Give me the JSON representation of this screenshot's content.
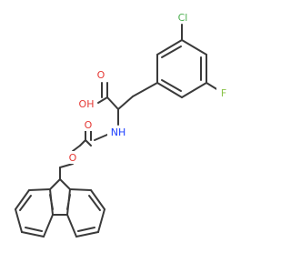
{
  "structure": {
    "atoms": {
      "chlorine": "Cl",
      "fluorine": "F",
      "hydroxyl": "OH",
      "carbonyl_oxygen_acid": "O",
      "amide_nitrogen": "NH",
      "carbamate_carbonyl_oxygen": "O",
      "carbamate_ester_oxygen": "O"
    },
    "colors": {
      "bond": "#3a3a3a",
      "chlorine": "#4caf50",
      "fluorine": "#8bc34a",
      "oxygen": "#e53935",
      "nitrogen": "#1e40ff"
    }
  }
}
